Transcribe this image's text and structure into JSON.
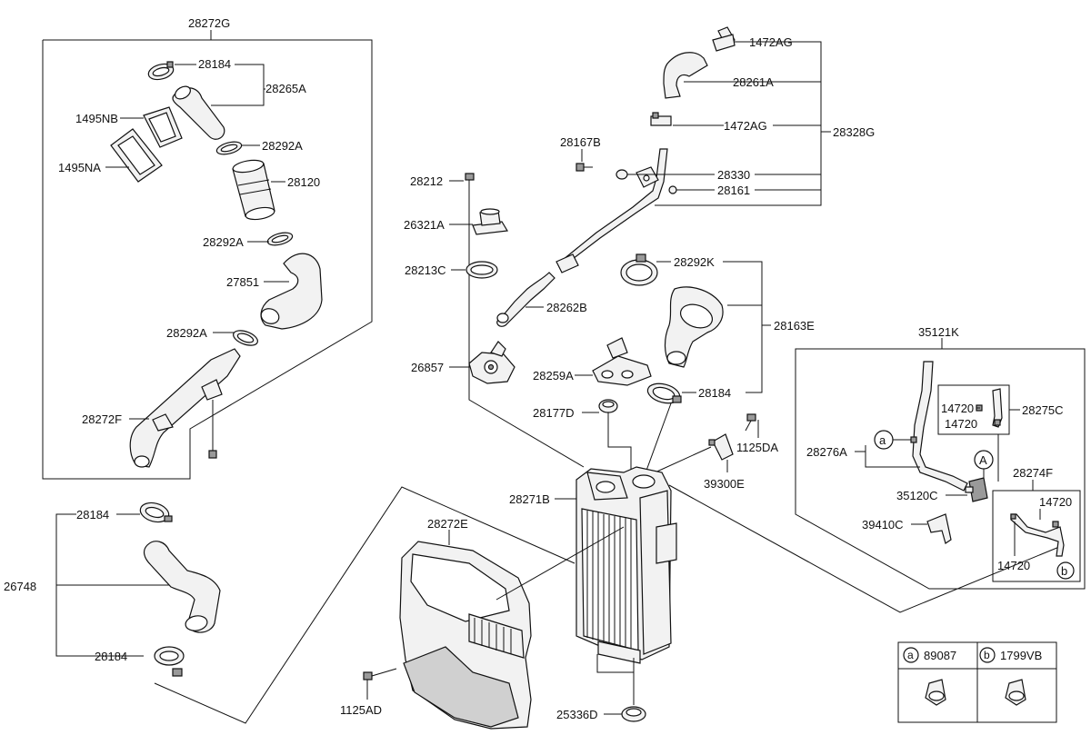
{
  "parts": {
    "p28272G": "28272G",
    "p28184_a": "28184",
    "p28265A": "28265A",
    "p1495NB": "1495NB",
    "p28292A_a": "28292A",
    "p1495NA": "1495NA",
    "p28120": "28120",
    "p28292A_b": "28292A",
    "p27851": "27851",
    "p28292A_c": "28292A",
    "p28272F": "28272F",
    "p28184_b": "28184",
    "p26748": "26748",
    "p28184_c": "28184",
    "p1472AG_a": "1472AG",
    "p28261A": "28261A",
    "p1472AG_b": "1472AG",
    "p28328G": "28328G",
    "p28167B": "28167B",
    "p28330": "28330",
    "p28161": "28161",
    "p28212": "28212",
    "p26321A": "26321A",
    "p28213C": "28213C",
    "p28262B": "28262B",
    "p28292K": "28292K",
    "p28163E": "28163E",
    "p26857": "26857",
    "p28259A": "28259A",
    "p28184_d": "28184",
    "p28177D": "28177D",
    "p1125DA": "1125DA",
    "p39300E": "39300E",
    "p28271B": "28271B",
    "p28272E": "28272E",
    "p1125AD": "1125AD",
    "p25336D": "25336D",
    "p35121K": "35121K",
    "p14720_a": "14720",
    "p14720_b": "14720",
    "p28275C": "28275C",
    "p28276A": "28276A",
    "p28274F": "28274F",
    "p35120C": "35120C",
    "p14720_c": "14720",
    "p39410C": "39410C",
    "p14720_d": "14720"
  },
  "markers": {
    "a": "a",
    "A": "A",
    "b": "b"
  },
  "legend": {
    "a_key": "a",
    "a_part": "89087",
    "b_key": "b",
    "b_part": "1799VB"
  }
}
